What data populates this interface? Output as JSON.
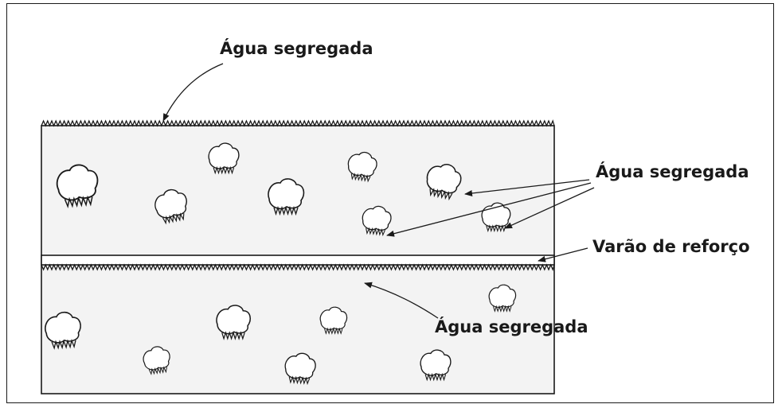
{
  "labels": {
    "top": "Água segregada",
    "right_upper": "Água segregada",
    "rebar": "Varão de reforço",
    "bottom": "Água segregada"
  },
  "colors": {
    "concrete": "#f4f4f4",
    "line": "#1a1a1a",
    "background": "#ffffff"
  }
}
